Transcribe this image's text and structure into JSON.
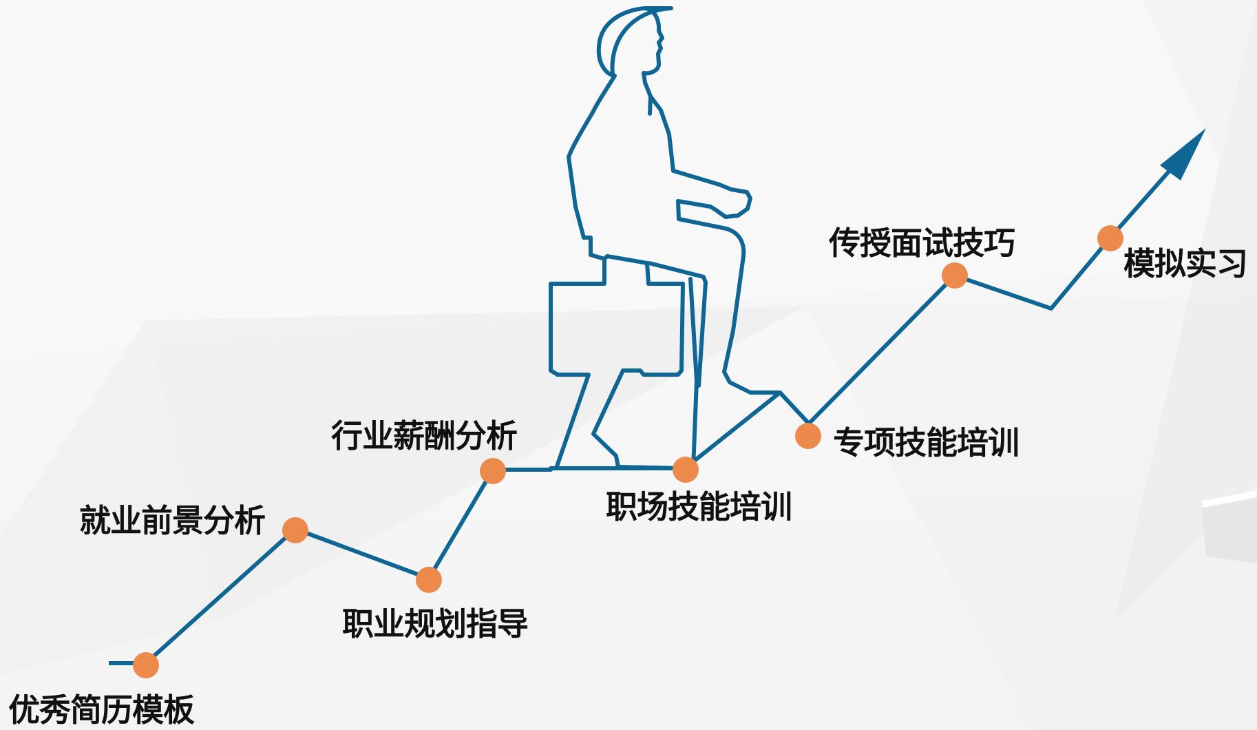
{
  "diagram": {
    "steps": [
      {
        "id": "resume",
        "label": "优秀简历模板"
      },
      {
        "id": "outlook",
        "label": "就业前景分析"
      },
      {
        "id": "planning",
        "label": "职业规划指导"
      },
      {
        "id": "salary",
        "label": "行业薪酬分析"
      },
      {
        "id": "workplace",
        "label": "职场技能培训"
      },
      {
        "id": "special",
        "label": "专项技能培训"
      },
      {
        "id": "interview",
        "label": "传授面试技巧"
      },
      {
        "id": "internship",
        "label": "模拟实习"
      }
    ],
    "colors": {
      "line": "#0f6594",
      "node": "#ec8a4c",
      "text": "#111111",
      "background": "#f5f5f5"
    },
    "icons": {
      "figure": "businessman-climbing-icon",
      "arrow": "arrow-up-right-icon"
    }
  }
}
